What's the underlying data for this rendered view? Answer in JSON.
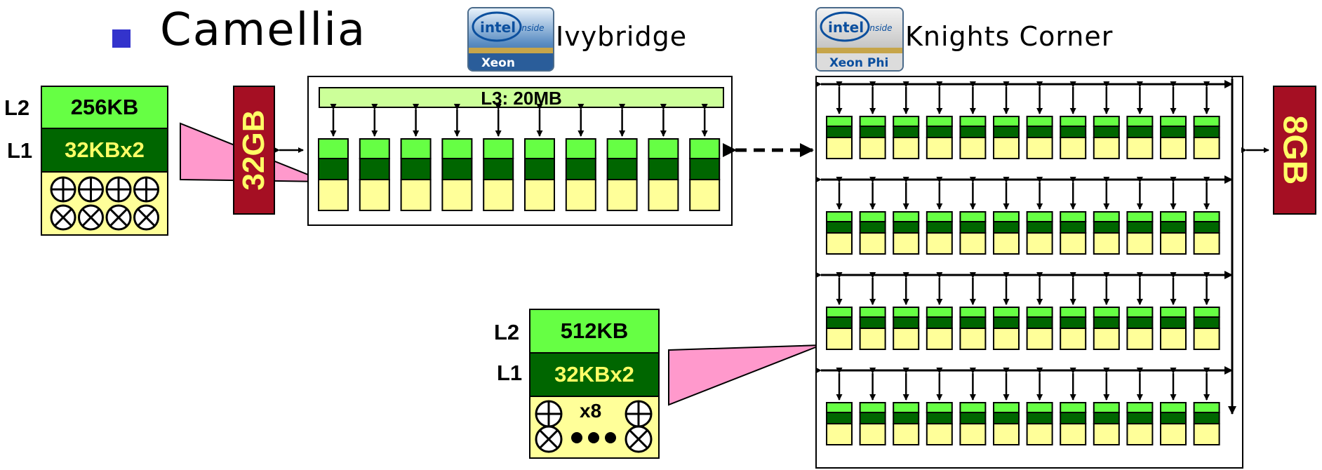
{
  "title": "Camellia",
  "ivybridge": {
    "name": "Ivybridge",
    "logo": {
      "brand": "intel",
      "tag": "inside",
      "product": "Xeon"
    },
    "memory": "32GB",
    "l3": "L3: 20MB",
    "core_detail": {
      "l2_label": "L2",
      "l2": "256KB",
      "l1_label": "L1",
      "l1": "32KBx2"
    }
  },
  "knights_corner": {
    "name": "Knights Corner",
    "logo": {
      "brand": "intel",
      "tag": "inside",
      "product": "Xeon Phi"
    },
    "memory": "8GB",
    "core_detail": {
      "l2_label": "L2",
      "l2": "512KB",
      "l1_label": "L1",
      "l1": "32KBx2",
      "multiplier": "x8"
    }
  },
  "colors": {
    "l2": "#66ff44",
    "l1": "#006600",
    "alu": "#ffff99",
    "memory": "#a50f23",
    "memory_text": "#ffff66",
    "l3": "#ccff99",
    "callout": "#ff99cc",
    "bullet": "#3333cc"
  }
}
